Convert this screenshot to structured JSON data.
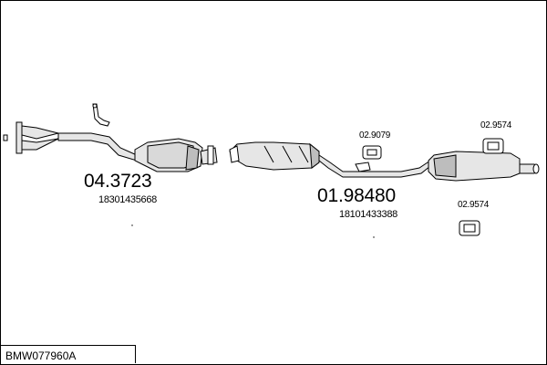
{
  "parts": {
    "catalytic_converter": {
      "number": "04.3723",
      "oem": "18301435668"
    },
    "middle_rear_silencer": {
      "number": "01.98480",
      "oem": "18101433388"
    },
    "mount_1": {
      "number": "02.9079"
    },
    "mount_2": {
      "number": "02.9574"
    },
    "mount_3": {
      "number": "02.9574"
    }
  },
  "catalog_code": "BMW077960A",
  "colors": {
    "line": "#000000",
    "fill": "#e6e6e6",
    "shade": "#bdbdbd",
    "background": "#ffffff"
  }
}
